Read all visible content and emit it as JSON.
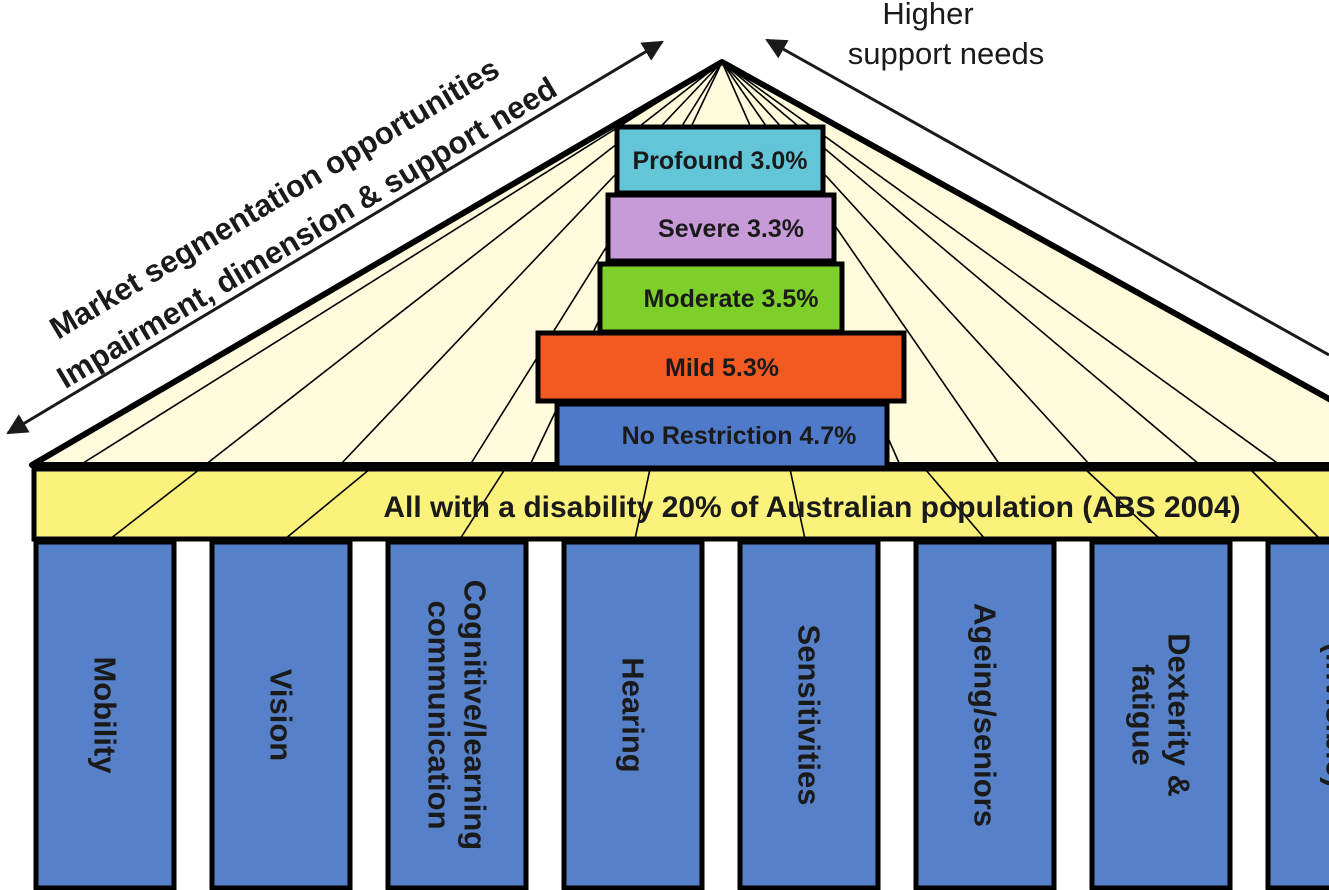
{
  "colors": {
    "roof_fill": "#fffbdc",
    "outline": "#000000",
    "banner_fill": "#fbf27c",
    "pillar_fill": "#5680c8",
    "profound_fill": "#63c6d8",
    "severe_fill": "#c79ad8",
    "moderate_fill": "#7ecf2a",
    "mild_fill": "#f25a22",
    "no_restriction_fill": "#4f79c9"
  },
  "arrows": {
    "market_line1": "Market segmentation opportunities",
    "market_line2": "Impairment, dimension & support need",
    "higher_line1": "Higher",
    "higher_line2": "support needs"
  },
  "tiers": [
    {
      "label": "Profound 3.0%",
      "value": 3.0,
      "color_key": "profound_fill"
    },
    {
      "label": "Severe 3.3%",
      "value": 3.3,
      "color_key": "severe_fill"
    },
    {
      "label": "Moderate 3.5%",
      "value": 3.5,
      "color_key": "moderate_fill"
    },
    {
      "label": "Mild 5.3%",
      "value": 5.3,
      "color_key": "mild_fill"
    },
    {
      "label": "No Restriction 4.7%",
      "value": 4.7,
      "color_key": "no_restriction_fill"
    }
  ],
  "banner": "All with a disability 20% of Australian population (ABS 2004)",
  "pillars": [
    {
      "lines": [
        "Mobility"
      ]
    },
    {
      "lines": [
        "Vision"
      ]
    },
    {
      "lines": [
        "Cognitive/learning",
        "communication"
      ]
    },
    {
      "lines": [
        "Hearing"
      ]
    },
    {
      "lines": [
        "Sensitivities"
      ]
    },
    {
      "lines": [
        "Ageing/seniors"
      ]
    },
    {
      "lines": [
        "Dexterity &",
        "fatigue"
      ]
    },
    {
      "lines": [
        "(invisible)"
      ]
    }
  ]
}
